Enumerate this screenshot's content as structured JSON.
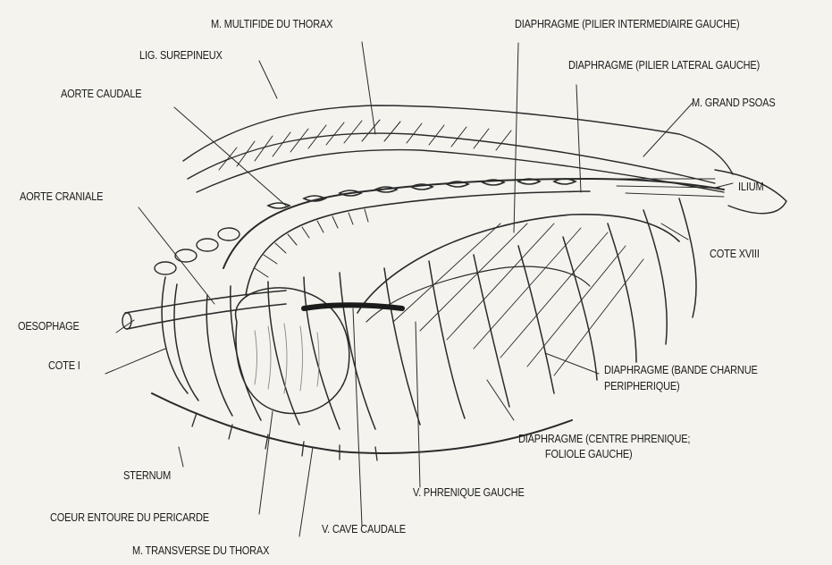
{
  "colors": {
    "paper": "#f4f3ee",
    "ink": "#1b1b1b",
    "line": "#2a2a2a",
    "shade": "#3a3a3a"
  },
  "labels": {
    "multifide": "M. MULTIFIDE DU THORAX",
    "surepineux": "LIG. SUREPINEUX",
    "aorte_caudale": "AORTE CAUDALE",
    "aorte_craniale": "AORTE CRANIALE",
    "oesophage": "OESOPHAGE",
    "cote_i": "COTE I",
    "sternum": "STERNUM",
    "coeur": "COEUR ENTOURE DU PERICARDE",
    "transverse": "M. TRANSVERSE DU THORAX",
    "cave": "V. CAVE CAUDALE",
    "phrenique": "V. PHRENIQUE GAUCHE",
    "diaph_centre_1": "DIAPHRAGME (CENTRE  PHRENIQUE;",
    "diaph_centre_2": "FOLIOLE GAUCHE)",
    "diaph_bande_1": "DIAPHRAGME (BANDE CHARNUE",
    "diaph_bande_2": "PERIPHERIQUE)",
    "cote_xviii": "COTE  XVIII",
    "ilium": "ILIUM",
    "psoas": "M. GRAND PSOAS",
    "pilier_lateral": "DIAPHRAGME (PILIER LATERAL GAUCHE)",
    "pilier_intermediaire": "DIAPHRAGME (PILIER INTERMEDIAIRE GAUCHE)"
  }
}
